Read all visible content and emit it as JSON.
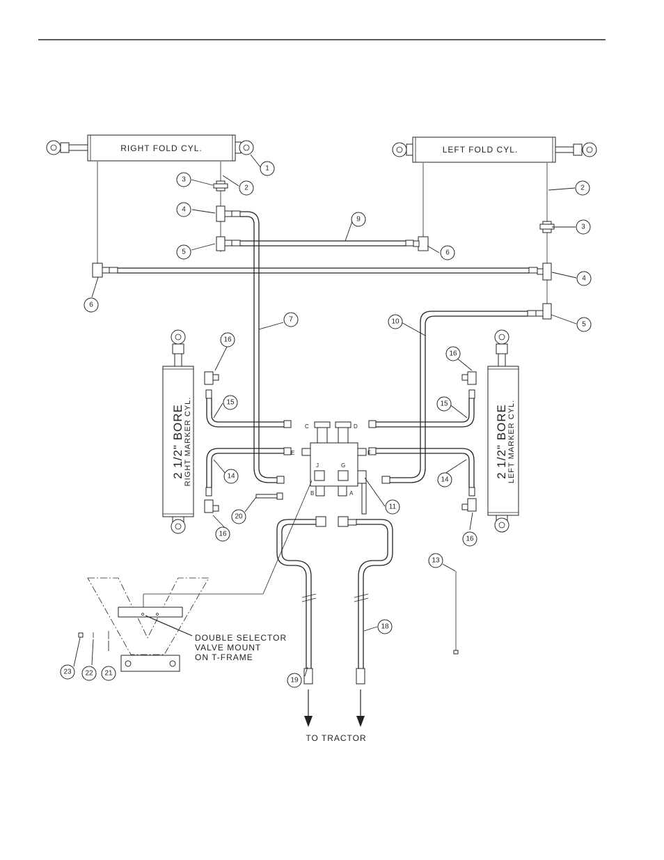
{
  "labels": {
    "right_fold_cyl": "RIGHT FOLD CYL.",
    "left_fold_cyl": "LEFT FOLD CYL.",
    "right_marker_bore": "2 1/2\" BORE",
    "right_marker_name": "RIGHT MARKER CYL.",
    "left_marker_bore": "2 1/2\" BORE",
    "left_marker_name": "LEFT MARKER CYL.",
    "mount_line1": "DOUBLE SELECTOR",
    "mount_line2": "VALVE MOUNT",
    "mount_line3": "ON T-FRAME",
    "to_tractor": "TO TRACTOR"
  },
  "ports": {
    "c": "C",
    "d": "D",
    "e": "E",
    "f": "F",
    "j": "J",
    "g": "G",
    "b": "B",
    "a": "A"
  },
  "callouts": [
    {
      "id": "c1",
      "num": "1"
    },
    {
      "id": "c2r",
      "num": "2"
    },
    {
      "id": "c3r",
      "num": "3"
    },
    {
      "id": "c4r",
      "num": "4"
    },
    {
      "id": "c5r",
      "num": "5"
    },
    {
      "id": "c6r",
      "num": "6"
    },
    {
      "id": "c6m",
      "num": "6"
    },
    {
      "id": "c9",
      "num": "9"
    },
    {
      "id": "c2l",
      "num": "2"
    },
    {
      "id": "c3l",
      "num": "3"
    },
    {
      "id": "c4l",
      "num": "4"
    },
    {
      "id": "c5l",
      "num": "5"
    },
    {
      "id": "c7",
      "num": "7"
    },
    {
      "id": "c10",
      "num": "10"
    },
    {
      "id": "c16a",
      "num": "16"
    },
    {
      "id": "c16b",
      "num": "16"
    },
    {
      "id": "c16c",
      "num": "16"
    },
    {
      "id": "c16d",
      "num": "16"
    },
    {
      "id": "c15a",
      "num": "15"
    },
    {
      "id": "c15b",
      "num": "15"
    },
    {
      "id": "c14a",
      "num": "14"
    },
    {
      "id": "c14b",
      "num": "14"
    },
    {
      "id": "c11",
      "num": "11"
    },
    {
      "id": "c20",
      "num": "20"
    },
    {
      "id": "c13",
      "num": "13"
    },
    {
      "id": "c18",
      "num": "18"
    },
    {
      "id": "c19",
      "num": "19"
    },
    {
      "id": "c21",
      "num": "21"
    },
    {
      "id": "c22",
      "num": "22"
    },
    {
      "id": "c23",
      "num": "23"
    }
  ]
}
